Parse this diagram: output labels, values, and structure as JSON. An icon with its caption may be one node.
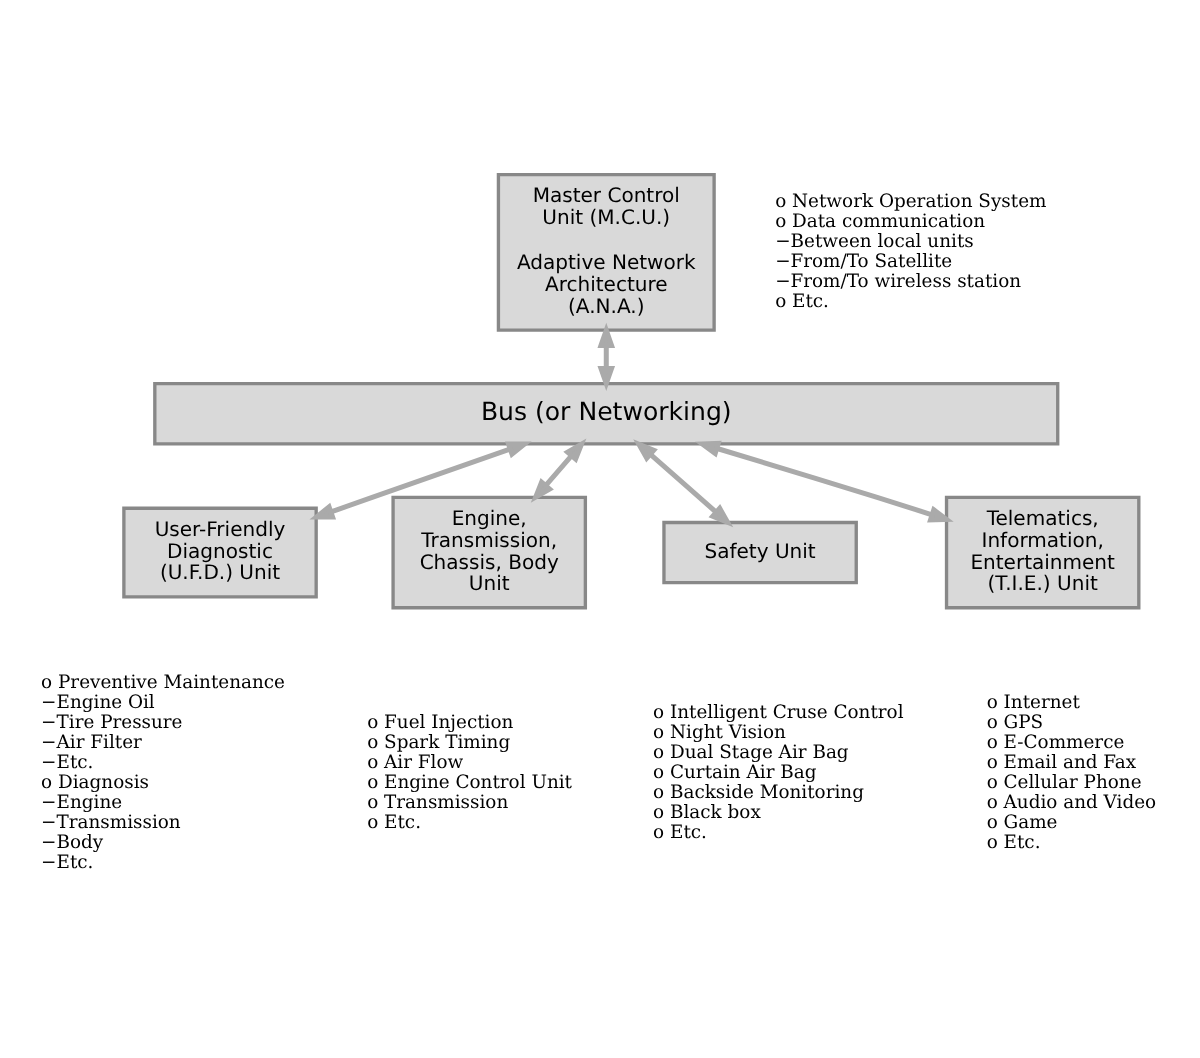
{
  "diagram": {
    "nodes": [
      {
        "text": [
          "Master Control Unit (M.C.U.)",
          "Adaptive Network Architecture (A.N.A.)"
        ],
        "beside": [
          "o Network Operation System",
          "o Data communication",
          "−Between local units",
          "−From/To Satellite",
          "−From/To wireless station",
          "o Etc."
        ]
      },
      {
        "text": [
          "Bus (or Networking)"
        ]
      },
      {
        "text": [
          "User-Friendly Diagnostic (U.F.D.) Unit"
        ],
        "beside": [
          "o Preventive Maintenance",
          "−Engine Oil",
          "−Tire Pressure",
          "−Air Filter",
          "−Etc.",
          "o Diagnosis",
          "−Engine",
          "−Transmission",
          "−Body",
          "−Etc."
        ]
      },
      {
        "text": [
          "Engine, Transmission, Chassis, Body Unit"
        ],
        "beside": [
          "o Fuel Injection",
          "o Spark Timing",
          "o Air Flow",
          "o Engine Control Unit",
          "o Transmission",
          "o Etc."
        ]
      },
      {
        "text": [
          "Safety Unit"
        ],
        "beside": [
          "o Intelligent Cruse Control",
          "o Night Vision",
          "o Dual Stage Air Bag",
          "o Curtain Air Bag",
          "o Backside Monitoring",
          "o Black box",
          "o Etc."
        ]
      },
      {
        "text": [
          "Telematics, Information, Entertainment (T.I.E.) Unit"
        ],
        "beside": [
          "o Internet",
          "o GPS",
          "o E-Commerce",
          "o Email and Fax",
          "o Cellular Phone",
          "o Audio and Video",
          "o Game",
          "o Etc."
        ]
      }
    ],
    "edges": [
      {
        "from": 0,
        "to": 1,
        "arrow": "both"
      },
      {
        "from": 1,
        "to": 2,
        "arrow": "both"
      },
      {
        "from": 1,
        "to": 3,
        "arrow": "both"
      },
      {
        "from": 1,
        "to": 4,
        "arrow": "both"
      },
      {
        "from": 1,
        "to": 5,
        "arrow": "both"
      }
    ]
  }
}
